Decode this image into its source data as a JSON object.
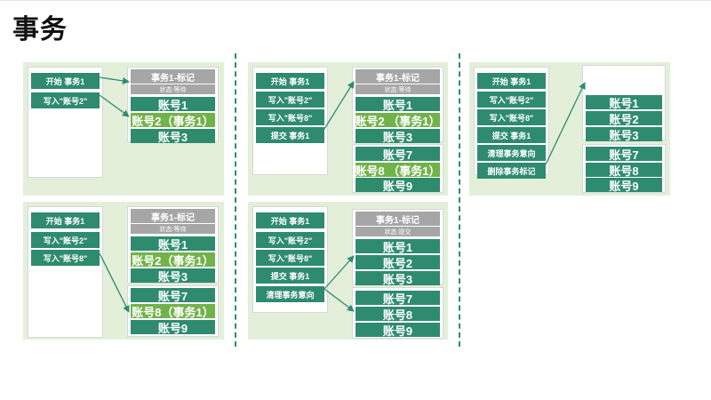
{
  "page": {
    "title": "事务"
  },
  "colors": {
    "panel_bg": "#e3efd9",
    "account_bg": "#2e8b6e",
    "highlight_bg": "#72b24a",
    "mark_bg": "#a6a6a6",
    "separator": "#2e8b6e"
  },
  "scenarios": [
    {
      "operations": [
        "开始 事务1",
        "写入\"账号2\""
      ],
      "lock_header": "事务1-标记",
      "lock_status": "状态:等待",
      "group1": [
        "账号1",
        "账号2（事务1）",
        "账号3"
      ],
      "group2": []
    },
    {
      "operations": [
        "开始 事务1",
        "写入\"账号2\"",
        "写入\"账号8\""
      ],
      "lock_header": "事务1-标记",
      "lock_status": "状态:等待",
      "group1": [
        "账号1",
        "账号2（事务1）",
        "账号3"
      ],
      "group2": [
        "账号7",
        "账号8（事务1）",
        "账号9"
      ]
    },
    {
      "operations": [
        "开始 事务1",
        "写入\"账号2\"",
        "写入\"账号8\"",
        "提交 事务1"
      ],
      "lock_header": "事务1-标记",
      "lock_status": "状态:等待",
      "group1": [
        "账号1",
        "账号2 （事务1）",
        "账号3"
      ],
      "group2": [
        "账号7",
        "账号8 （事务1）",
        "账号9"
      ]
    },
    {
      "operations": [
        "开始 事务1",
        "写入\"账号2\"",
        "写入\"账号8\"",
        "提交 事务1",
        "清理事务意向"
      ],
      "lock_header": "事务1-标记",
      "lock_status": "状态:提交",
      "group1": [
        "账号1",
        "账号2",
        "账号3"
      ],
      "group2": [
        "账号7",
        "账号8",
        "账号9"
      ]
    },
    {
      "operations": [
        "开始 事务1",
        "写入\"账号2\"",
        "写入\"账号8\"",
        "提交 事务1",
        "清理事务意向",
        "删除事务标记"
      ],
      "lock_header": "",
      "lock_status": "",
      "group1": [
        "账号1",
        "账号2",
        "账号3"
      ],
      "group2": [
        "账号7",
        "账号8",
        "账号9"
      ]
    }
  ]
}
